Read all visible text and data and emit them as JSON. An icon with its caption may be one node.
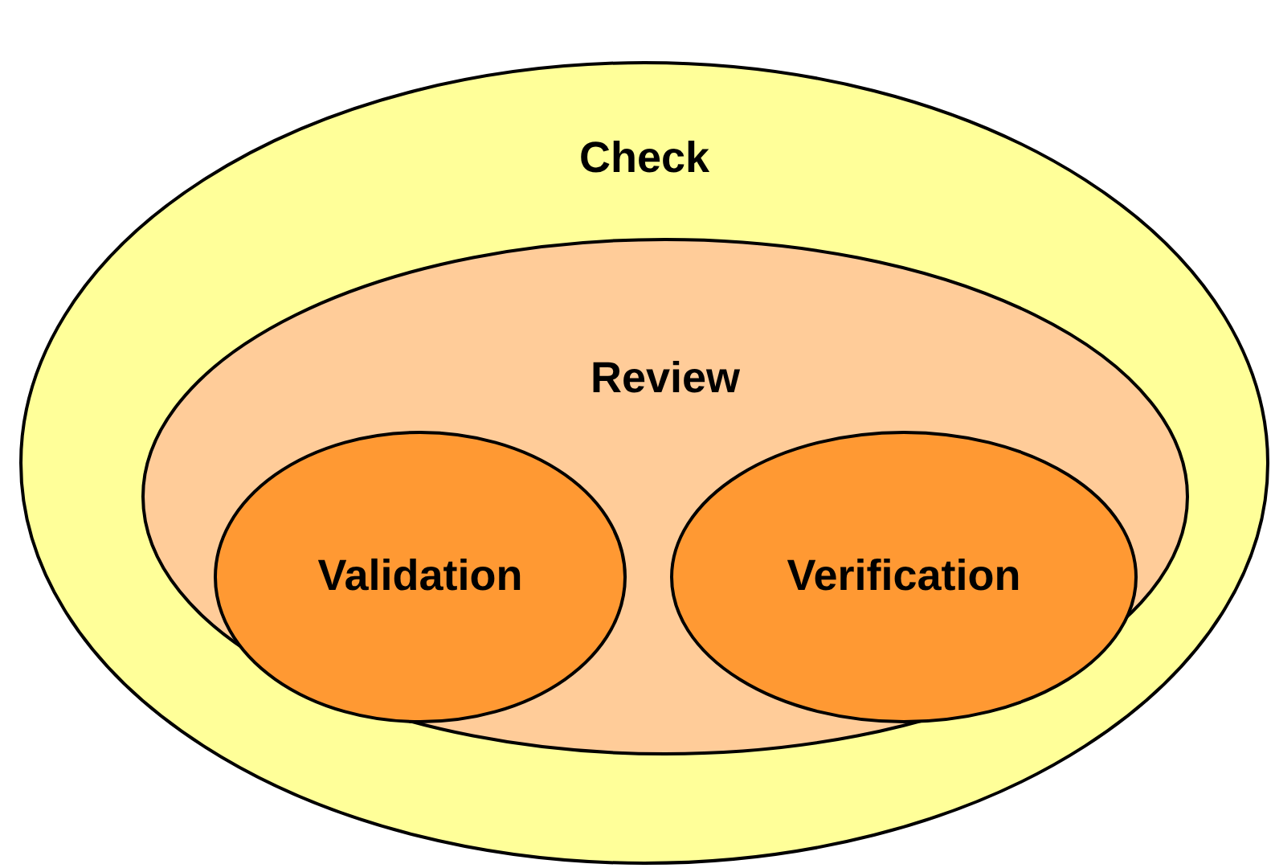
{
  "diagram": {
    "nodes": [
      {
        "text": [
          "Check"
        ]
      },
      {
        "text": [
          "Review"
        ],
        "in": 0
      },
      {
        "text": [
          "Validation"
        ],
        "in": 1
      },
      {
        "text": [
          "Verification"
        ],
        "in": 1
      }
    ]
  }
}
